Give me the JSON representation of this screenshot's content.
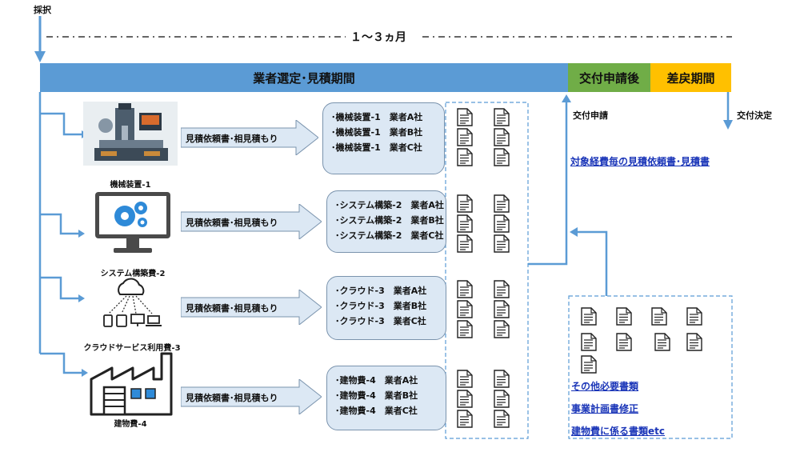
{
  "top": {
    "adopt_label": "採択",
    "period_label": "１～３ヵ月"
  },
  "bars": {
    "selection_label": "業者選定･見積期間",
    "grant_label": "交付申請後",
    "return_label": "差戻期間",
    "colors": {
      "selection": "#5b9bd5",
      "grant": "#70ad47",
      "return": "#ffc000"
    }
  },
  "right_labels": {
    "grant_application": "交付申請",
    "grant_decision": "交付決定"
  },
  "categories": [
    {
      "caption": "機械装置-1",
      "request_label": "見積依頼書･相見積もり",
      "icon": "machine-tool-icon",
      "vendors": [
        "･機械装置-1　業者A社",
        "･機械装置-1　業者B社",
        "･機械装置-1　業者C社"
      ]
    },
    {
      "caption": "システム構築費-2",
      "request_label": "見積依頼書･相見積もり",
      "icon": "monitor-gears-icon",
      "vendors": [
        "･システム構築-2　業者A社",
        "･システム構築-2　業者B社",
        "･システム構築-2　業者C社"
      ]
    },
    {
      "caption": "クラウドサービス利用費-3",
      "request_label": "見積依頼書･相見積もり",
      "icon": "cloud-devices-icon",
      "vendors": [
        "･クラウド-3　業者A社",
        "･クラウド-3　業者B社",
        "･クラウド-3　業者C社"
      ]
    },
    {
      "caption": "建物費-4",
      "request_label": "見積依頼書･相見積もり",
      "icon": "factory-icon",
      "vendors": [
        "･建物費-4　業者A社",
        "･建物費-4　業者B社",
        "･建物費-4　業者C社"
      ]
    }
  ],
  "estimate_link": "対象経費毎の見積依頼書･見積書",
  "other_docs": [
    "その他必要書類",
    "事業計画書修正",
    "建物費に係る書類etc"
  ]
}
